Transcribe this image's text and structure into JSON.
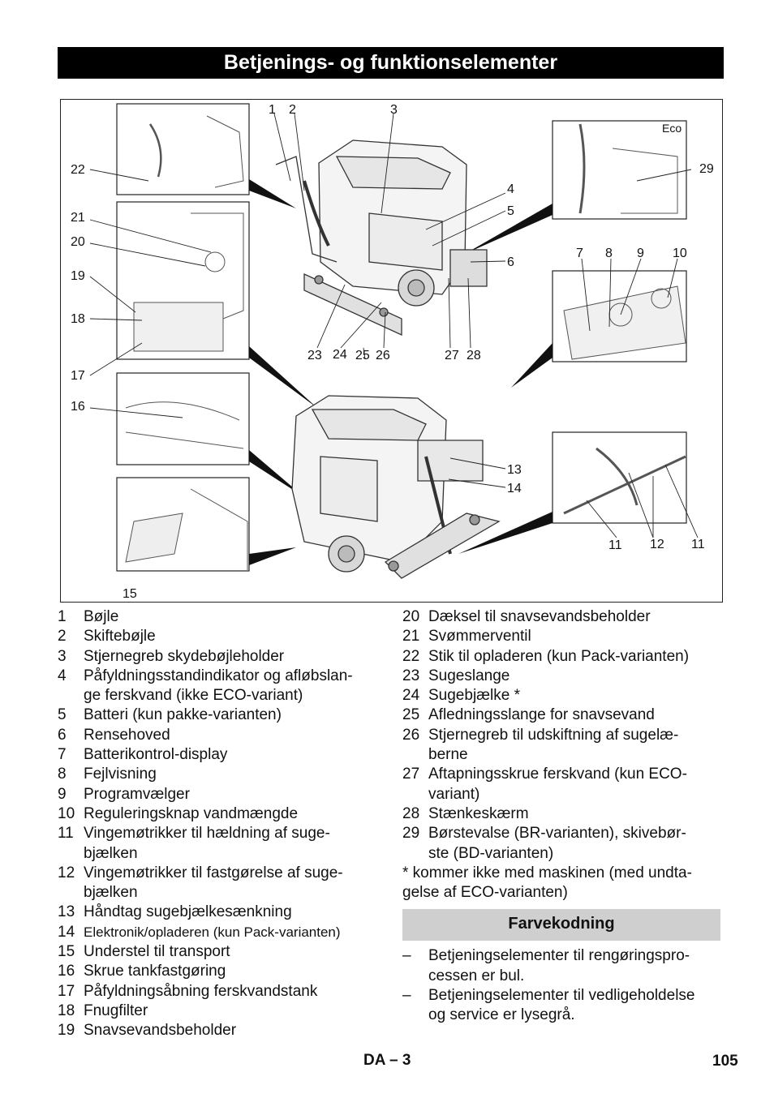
{
  "title": "Betjenings- og funktionselementer",
  "figure": {
    "eco_label": "Eco",
    "callouts": [
      "1",
      "2",
      "3",
      "4",
      "5",
      "6",
      "7",
      "8",
      "9",
      "10",
      "11",
      "12",
      "11",
      "13",
      "14",
      "15",
      "16",
      "17",
      "18",
      "19",
      "20",
      "21",
      "22",
      "23",
      "24",
      "25",
      "26",
      "27",
      "28",
      "29"
    ]
  },
  "legend_left": [
    {
      "num": "1",
      "text": "Bøjle"
    },
    {
      "num": "2",
      "text": "Skiftebøjle"
    },
    {
      "num": "3",
      "text": "Stjernegreb skydebøjleholder"
    },
    {
      "num": "4",
      "text": "Påfyldningsstandindikator og afløbslan-"
    },
    {
      "num": "",
      "text": "ge ferskvand (ikke ECO-variant)"
    },
    {
      "num": "5",
      "text": "Batteri (kun pakke-varianten)"
    },
    {
      "num": "6",
      "text": "Rensehoved"
    },
    {
      "num": "7",
      "text": "Batterikontrol-display"
    },
    {
      "num": "8",
      "text": "Fejlvisning"
    },
    {
      "num": "9",
      "text": "Programvælger"
    },
    {
      "num": "10",
      "text": "Reguleringsknap vandmængde"
    },
    {
      "num": "11",
      "text": "Vingemøtrikker til hældning af suge-"
    },
    {
      "num": "",
      "text": "bjælken"
    },
    {
      "num": "12",
      "text": "Vingemøtrikker til fastgørelse af suge-"
    },
    {
      "num": "",
      "text": "bjælken"
    },
    {
      "num": "13",
      "text": "Håndtag sugebjælkesænkning"
    },
    {
      "num": "14",
      "text": "Elektronik/opladeren (kun Pack-varianten)"
    },
    {
      "num": "15",
      "text": "Understel til transport"
    },
    {
      "num": "16",
      "text": "Skrue tankfastgøring"
    },
    {
      "num": "17",
      "text": "Påfyldningsåbning ferskvandstank"
    },
    {
      "num": "18",
      "text": "Fnugfilter"
    },
    {
      "num": "19",
      "text": "Snavsevandsbeholder"
    }
  ],
  "legend_right": [
    {
      "num": "20",
      "text": "Dæksel til snavsevandsbeholder"
    },
    {
      "num": "21",
      "text": "Svømmerventil"
    },
    {
      "num": "22",
      "text": "Stik til opladeren (kun Pack-varianten)"
    },
    {
      "num": "23",
      "text": "Sugeslange"
    },
    {
      "num": "24",
      "text": "Sugebjælke *"
    },
    {
      "num": "25",
      "text": "Afledningsslange for snavsevand"
    },
    {
      "num": "26",
      "text": "Stjernegreb til udskiftning af sugelæ-"
    },
    {
      "num": "",
      "text": "berne"
    },
    {
      "num": "27",
      "text": "Aftapningsskrue ferskvand (kun ECO-"
    },
    {
      "num": "",
      "text": "variant)"
    },
    {
      "num": "28",
      "text": "Stænkeskærm"
    },
    {
      "num": "29",
      "text": "Børstevalse (BR-varianten), skivebør-"
    },
    {
      "num": "",
      "text": "ste (BD-varianten)"
    }
  ],
  "note_line1": "* kommer ikke med maskinen (med undta-",
  "note_line2": "gelse af ECO-varianten)",
  "subheading": "Farvekodning",
  "color_list": [
    {
      "dash": "–",
      "line1": "Betjeningselementer til rengøringspro-",
      "line2": "cessen er bul."
    },
    {
      "dash": "–",
      "line1": "Betjeningselementer til vedligeholdelse",
      "line2": "og service er lysegrå."
    }
  ],
  "footer": {
    "code": "DA – 3",
    "page": "105"
  }
}
